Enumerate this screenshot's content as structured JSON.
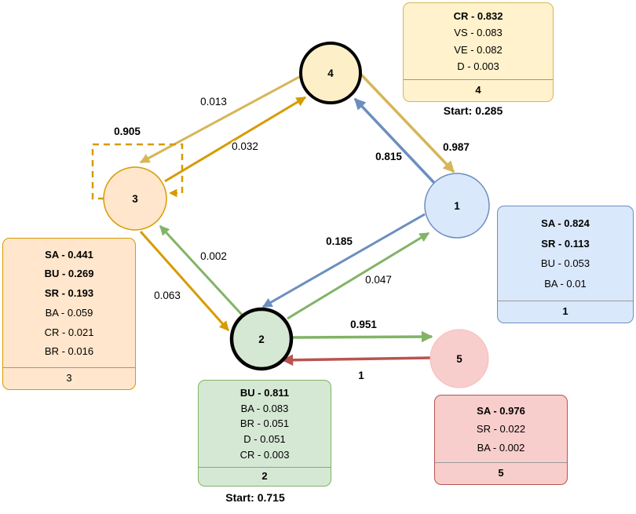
{
  "diagram_type": "markov-chain-state-transition-graph",
  "nodes": {
    "n1": {
      "label": "1",
      "fill": "#dae8fc",
      "border": "#6c8ebf"
    },
    "n2": {
      "label": "2",
      "fill": "#d5e8d4",
      "border": "#000000"
    },
    "n3": {
      "label": "3",
      "fill": "#ffe6cc",
      "border": "#d79b00"
    },
    "n4": {
      "label": "4",
      "fill": "#fdf0c8",
      "border": "#000000"
    },
    "n5": {
      "label": "5",
      "fill": "#f8cecc",
      "border": "#f8cecc"
    }
  },
  "edges": {
    "e4_3": {
      "from": "4",
      "to": "3",
      "label": "0.013",
      "color": "#d6b656"
    },
    "e3_4": {
      "from": "3",
      "to": "4",
      "label": "0.032",
      "color": "#d79b00"
    },
    "e3_3": {
      "from": "3",
      "to": "3",
      "label": "0.905",
      "color": "#d79b00",
      "style": "dashed-self-loop"
    },
    "e4_1": {
      "from": "4",
      "to": "1",
      "label": "0.987",
      "color": "#d6b656"
    },
    "e1_4": {
      "from": "1",
      "to": "4",
      "label": "0.815",
      "color": "#6c8ebf"
    },
    "e1_2": {
      "from": "1",
      "to": "2",
      "label": "0.185",
      "color": "#6c8ebf"
    },
    "e2_1": {
      "from": "2",
      "to": "1",
      "label": "0.047",
      "color": "#82b366"
    },
    "e2_3": {
      "from": "2",
      "to": "3",
      "label": "0.002",
      "color": "#82b366"
    },
    "e3_2": {
      "from": "3",
      "to": "2",
      "label": "0.063",
      "color": "#d79b00"
    },
    "e2_5": {
      "from": "2",
      "to": "5",
      "label": "0.951",
      "color": "#82b366"
    },
    "e5_2": {
      "from": "5",
      "to": "2",
      "label": "1",
      "color": "#b85450"
    }
  },
  "boxes": {
    "box4": {
      "rows": [
        "CR - 0.832",
        "VS - 0.083",
        "VE - 0.082",
        "D - 0.003"
      ],
      "footer": "4",
      "start_label": "Start: 0.285",
      "fill": "#fff2cc",
      "border": "#d6b656"
    },
    "box1": {
      "rows": [
        "SA - 0.824",
        "SR - 0.113",
        "BU - 0.053",
        "BA - 0.01"
      ],
      "footer": "1",
      "fill": "#dae8fc",
      "border": "#6c8ebf"
    },
    "box3": {
      "rows": [
        "SA - 0.441",
        "BU - 0.269",
        "SR - 0.193",
        "BA - 0.059",
        "CR - 0.021",
        "BR - 0.016"
      ],
      "footer": "3",
      "fill": "#ffe6cc",
      "border": "#d79b00"
    },
    "box2": {
      "rows": [
        "BU - 0.811",
        "BA - 0.083",
        "BR - 0.051",
        "D - 0.051",
        "CR - 0.003"
      ],
      "footer": "2",
      "start_label": "Start: 0.715",
      "fill": "#d5e8d4",
      "border": "#82b366"
    },
    "box5": {
      "rows": [
        "SA - 0.976",
        "SR - 0.022",
        "BA - 0.002"
      ],
      "footer": "5",
      "fill": "#f8cecc",
      "border": "#b85450"
    }
  }
}
